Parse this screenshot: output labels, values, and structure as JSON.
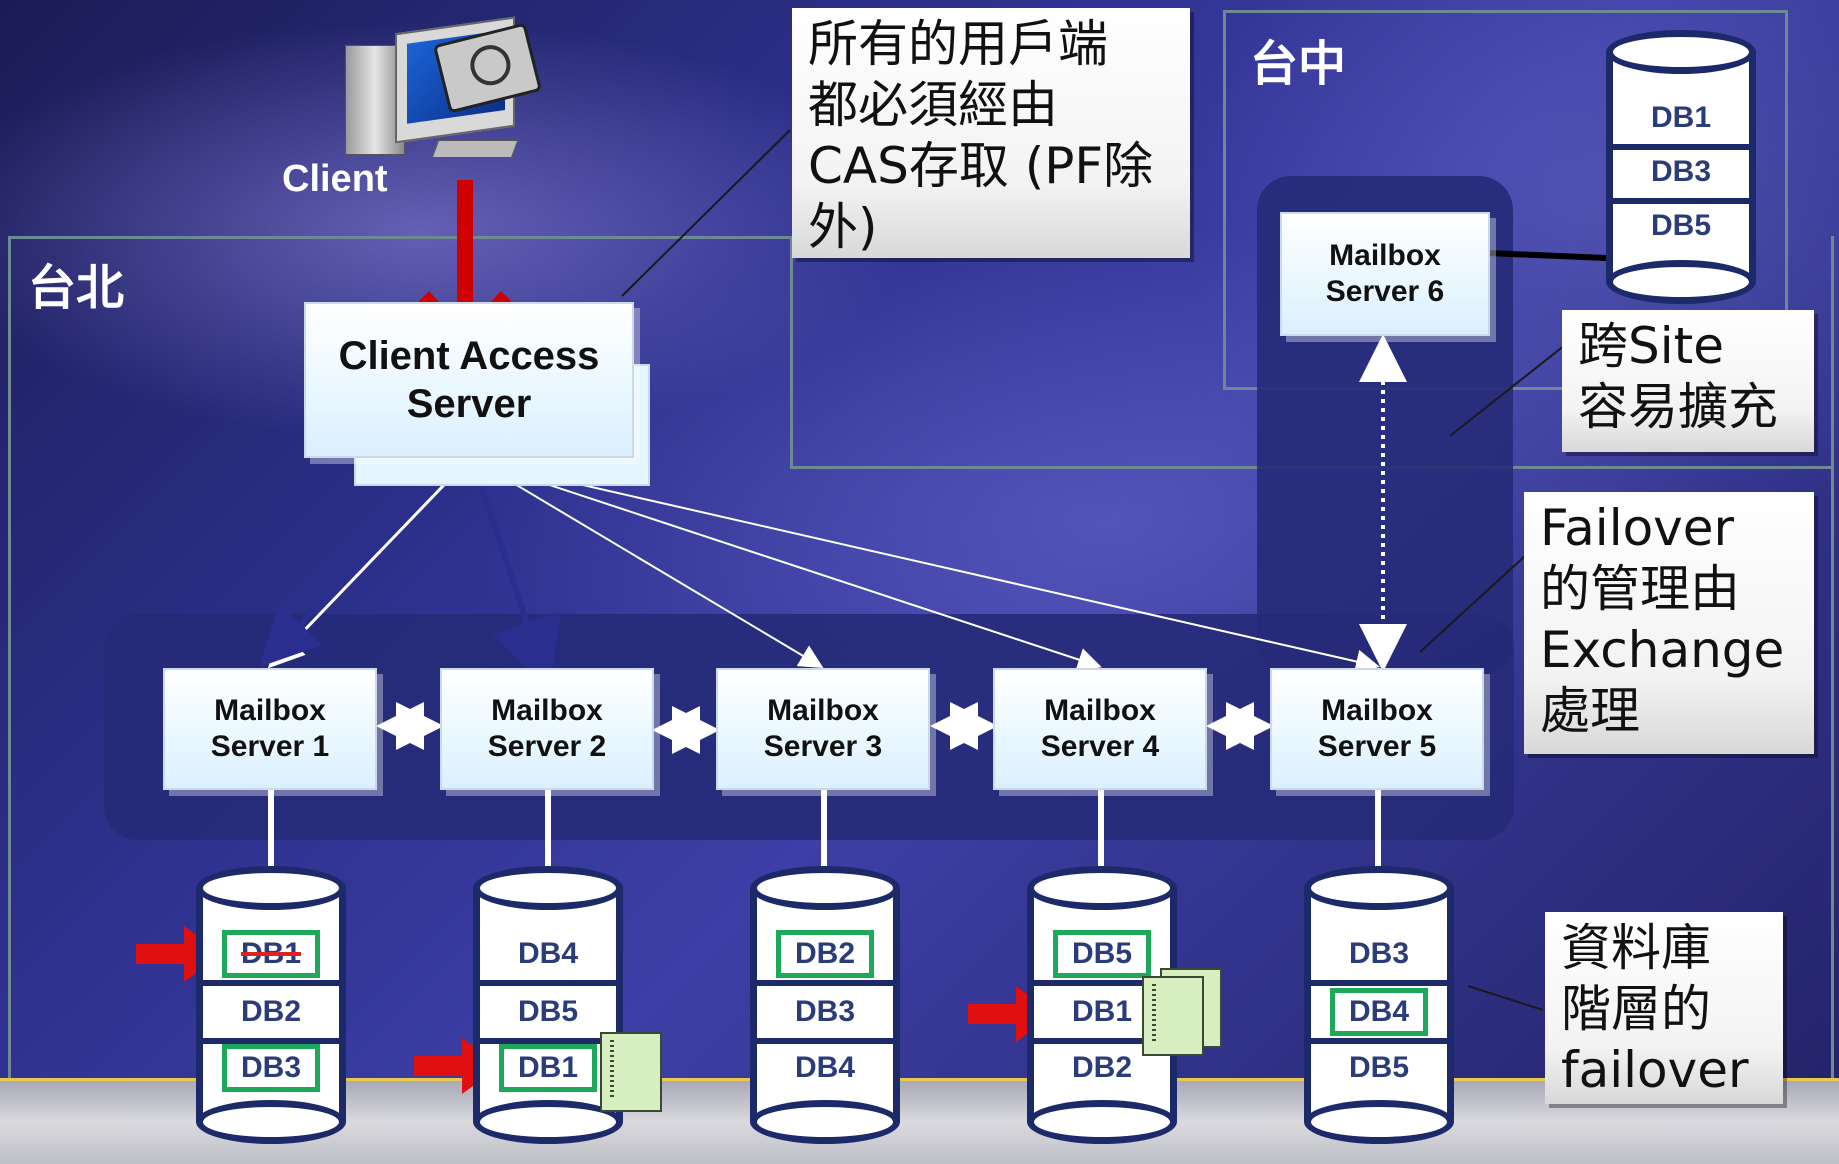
{
  "client": {
    "label": "Client"
  },
  "regions": {
    "taipei": "台北",
    "taichung": "台中"
  },
  "cas": {
    "line1": "Client Access",
    "line2": "Server"
  },
  "mailbox_servers": [
    {
      "line1": "Mailbox",
      "line2": "Server 1"
    },
    {
      "line1": "Mailbox",
      "line2": "Server 2"
    },
    {
      "line1": "Mailbox",
      "line2": "Server 3"
    },
    {
      "line1": "Mailbox",
      "line2": "Server 4"
    },
    {
      "line1": "Mailbox",
      "line2": "Server 5"
    },
    {
      "line1": "Mailbox",
      "line2": "Server 6"
    }
  ],
  "databases": {
    "server1": [
      "DB1",
      "DB2",
      "DB3"
    ],
    "server2": [
      "DB4",
      "DB5",
      "DB1"
    ],
    "server3": [
      "DB2",
      "DB3",
      "DB4"
    ],
    "server4": [
      "DB5",
      "DB1",
      "DB2"
    ],
    "server5": [
      "DB3",
      "DB4",
      "DB5"
    ],
    "server6": [
      "DB1",
      "DB3",
      "DB5"
    ]
  },
  "callouts": {
    "cas_access": [
      "所有的用戶端",
      "都必須經由",
      "CAS存取 (PF除",
      "外)"
    ],
    "cross_site": [
      "跨Site",
      "容易擴充"
    ],
    "failover": [
      "Failover",
      "的管理由",
      "Exchange",
      "處理"
    ],
    "db_failover": [
      "資料庫",
      "階層的",
      "failover"
    ]
  },
  "colors": {
    "border": "#6d8a93",
    "db_active": "#1ea85a",
    "arrow_red": "#d10000",
    "db_text": "#2a3d7a"
  }
}
